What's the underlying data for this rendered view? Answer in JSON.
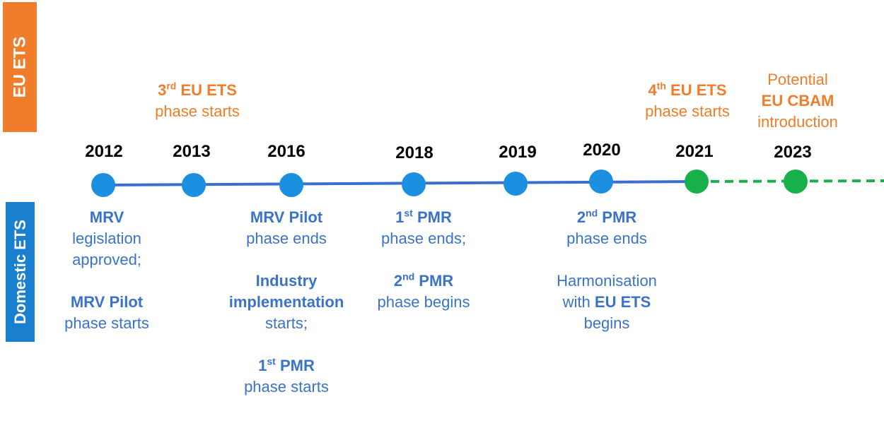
{
  "bands": {
    "eu": "EU ETS",
    "domestic": "Domestic ETS"
  },
  "years": [
    "2012",
    "2013",
    "2016",
    "2018",
    "2019",
    "2020",
    "2021",
    "2023"
  ],
  "colors": {
    "eu_band": "#ef7d2b",
    "domestic_band": "#1b7fd0",
    "past_line": "#3a6fcf",
    "past_dot": "#1b8fe0",
    "future_line": "#17b04a",
    "future_dot": "#17b04a",
    "domestic_text": "#3a73c9",
    "eu_text": "#ef7d2b"
  },
  "eu_events": {
    "e2013": {
      "sup_prefix": "3",
      "sup": "rd",
      "bold": " EU ETS",
      "line2": "phase starts"
    },
    "e2021": {
      "sup_prefix": "4",
      "sup": "th",
      "bold": " EU ETS",
      "line2": "phase starts"
    },
    "e2023": {
      "line1": "Potential",
      "bold": "EU CBAM",
      "line3": "introduction"
    }
  },
  "domestic_events": {
    "d2012": {
      "a_bold": "MRV",
      "a_line2": "legislation",
      "a_line3": "approved;",
      "b_bold": "MRV Pilot",
      "b_line2": "phase starts"
    },
    "d2016": {
      "a_bold": "MRV Pilot",
      "a_line2": "phase ends",
      "b_bold1": "Industry",
      "b_bold2": "implementation",
      "b_line3": "starts;",
      "c_prefix": "1",
      "c_sup": "st",
      "c_bold": " PMR",
      "c_line2": "phase starts"
    },
    "d2018": {
      "a_prefix": "1",
      "a_sup": "st",
      "a_bold": " PMR",
      "a_line2": "phase ends;",
      "b_prefix": "2",
      "b_sup": "nd",
      "b_bold": " PMR",
      "b_line2": "phase begins"
    },
    "d2020": {
      "a_prefix": "2",
      "a_sup": "nd",
      "a_bold": " PMR",
      "a_line2": "phase ends",
      "b_line1": "Harmonisation",
      "b_with": "with ",
      "b_bold": "EU ETS",
      "b_line3": "begins"
    }
  }
}
